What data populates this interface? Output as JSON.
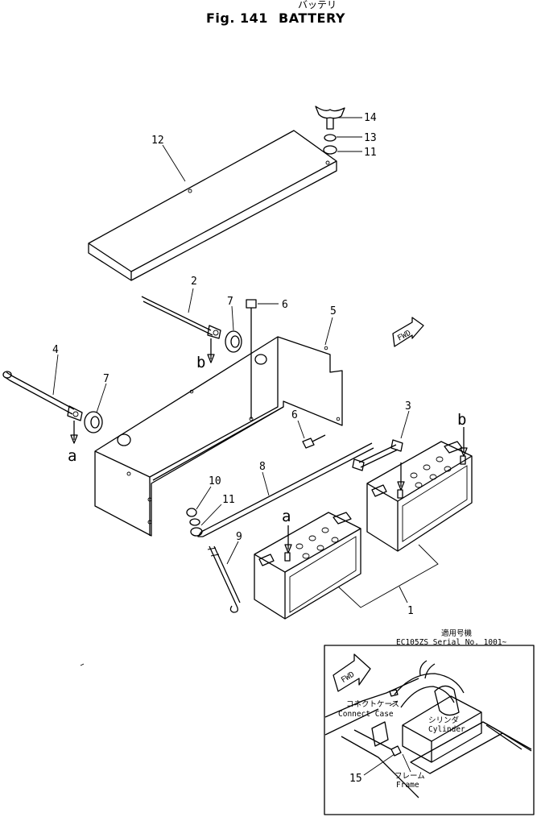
{
  "title": {
    "kana": "バッテリ",
    "fig": "Fig. 141",
    "name": "BATTERY"
  },
  "part_labels": {
    "p1": "1",
    "p2": "2",
    "p3": "3",
    "p4": "4",
    "p5": "5",
    "p6a": "6",
    "p6b": "6",
    "p7a": "7",
    "p7b": "7",
    "p8": "8",
    "p9": "9",
    "p10": "10",
    "p11a": "11",
    "p11b": "11",
    "p12": "12",
    "p13": "13",
    "p14": "14"
  },
  "connection_letters": {
    "a1": "a",
    "a2": "a",
    "b1": "b",
    "b2": "b"
  },
  "fwd_label": "FWD",
  "inset": {
    "applicability_kana": "適用号機",
    "serial": "EC105ZS  Serial  No. 1001~",
    "fwd": "FWD",
    "connect_case_kana": "コネクトケース",
    "connect_case": "Connect  Case",
    "cylinder_kana": "シリンダ",
    "cylinder": "Cylinder",
    "frame_kana": "フレーム",
    "frame": "Frame",
    "part15": "15"
  }
}
